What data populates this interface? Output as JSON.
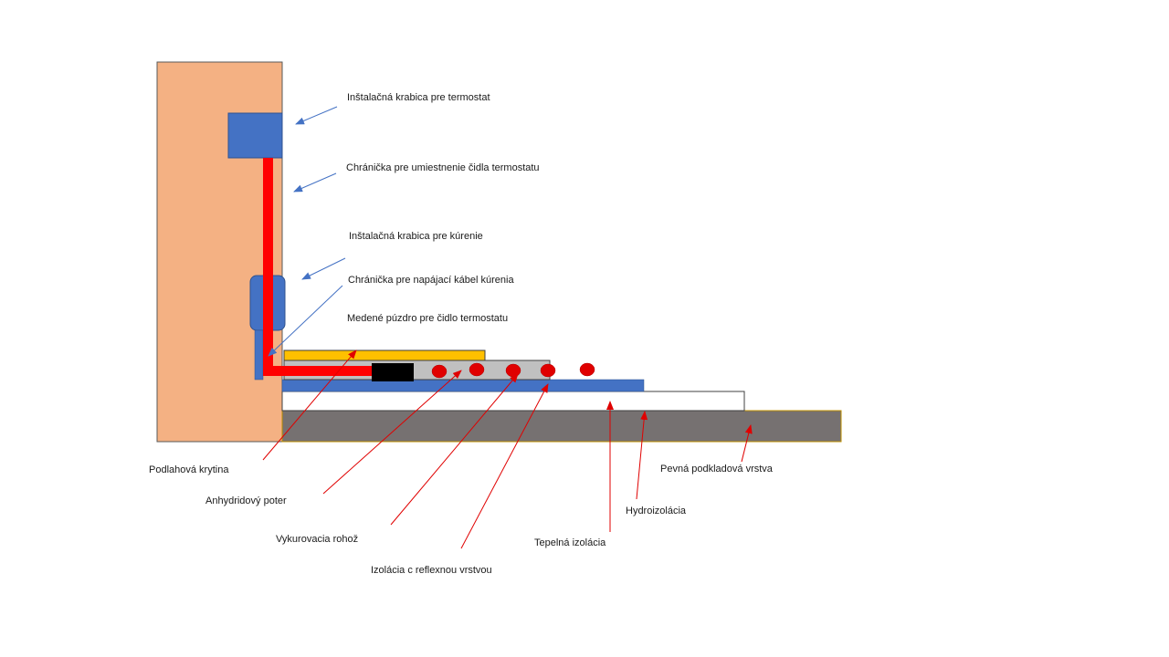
{
  "labels": {
    "thermostat_box": "Inštalačná krabica pre termostat",
    "sensor_conduit": "Chránička pre umiestnenie čidla termostatu",
    "heating_box": "Inštalačná krabica pre kúrenie",
    "power_conduit": "Chránička pre napájací kábel kúrenia",
    "copper_sleeve": "Medené púzdro pre čidlo termostatu",
    "floor_covering": "Podlahová krytina",
    "anhydrite_screed": "Anhydridový  poter",
    "heating_mat": "Vykurovacia rohož",
    "reflective_insulation": "Izolácia c reflexnou vrstvou",
    "thermal_insulation": "Tepelná izolácia",
    "waterproofing": "Hydroizolácia",
    "solid_base": "Pevná podkladová vrstva"
  },
  "colors": {
    "wall": "#f4b183",
    "wall_border": "#5a5a5a",
    "install_box": "#4472c4",
    "conduit": "#ff0000",
    "floor_covering": "#ffc000",
    "screed": "#c0c0c0",
    "heating_dots": "#e00000",
    "reflective_insulation": "#4472c4",
    "thermal_insulation": "#ffffff",
    "solid_base": "#767171",
    "solid_base_border": "#bf9000",
    "copper_sleeve": "#000000",
    "blue_arrow": "#4472c4",
    "red_arrow": "#e00000"
  }
}
